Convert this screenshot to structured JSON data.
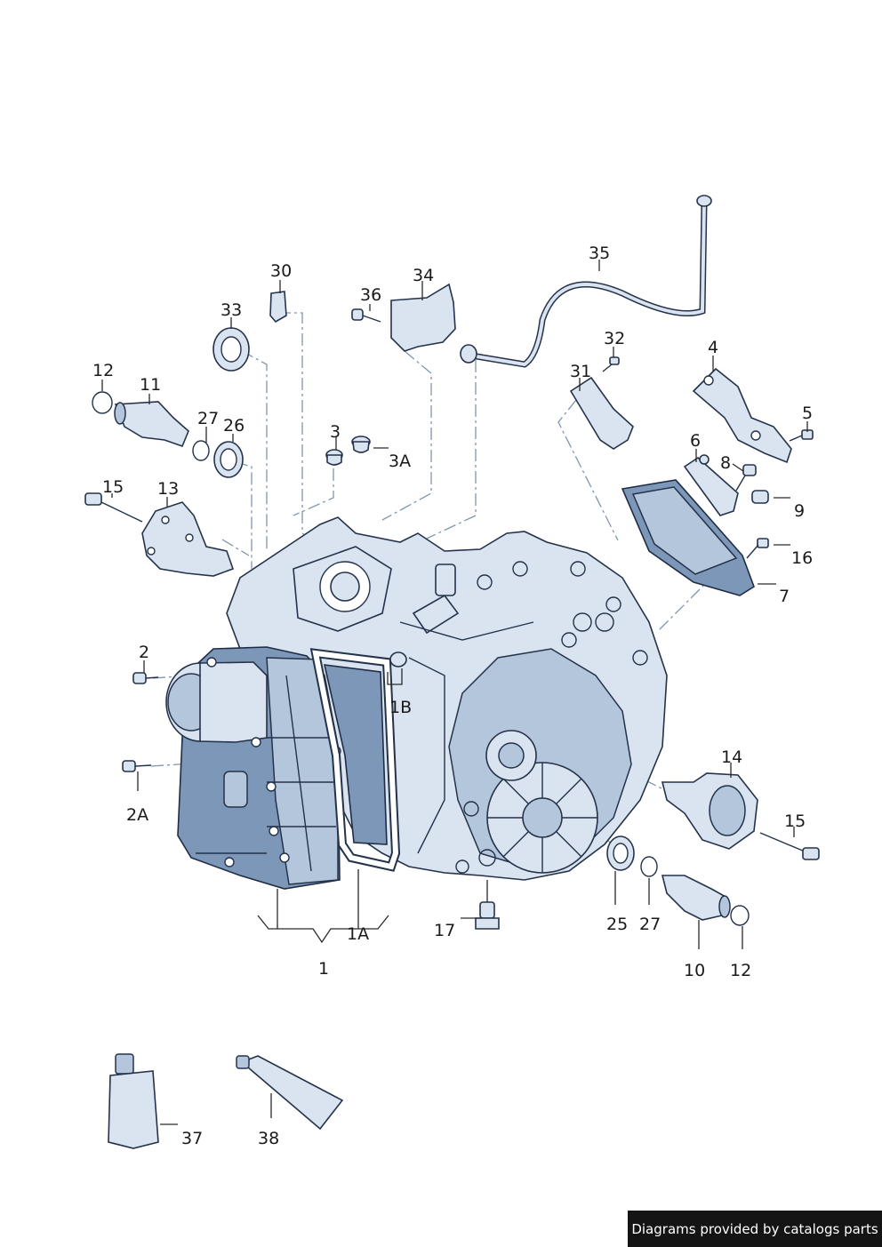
{
  "labels": {
    "l1": "1",
    "l1A": "1A",
    "l1B": "1B",
    "l2": "2",
    "l2A": "2A",
    "l3": "3",
    "l3A": "3A",
    "l4": "4",
    "l5": "5",
    "l6": "6",
    "l7": "7",
    "l8": "8",
    "l9": "9",
    "l10": "10",
    "l11": "11",
    "l12a": "12",
    "l12b": "12",
    "l13": "13",
    "l14": "14",
    "l15a": "15",
    "l15b": "15",
    "l16": "16",
    "l17": "17",
    "l25": "25",
    "l26": "26",
    "l27a": "27",
    "l27b": "27",
    "l30": "30",
    "l31": "31",
    "l32": "32",
    "l33": "33",
    "l34": "34",
    "l35": "35",
    "l36": "36",
    "l37": "37",
    "l38": "38"
  },
  "footer": {
    "credit": "Diagrams provided by catalogs parts"
  },
  "colors": {
    "part_fill": "#d9e4f0",
    "part_dark": "#7d97b8",
    "line": "#24324a",
    "leader_dashed": "#7f95ad"
  }
}
